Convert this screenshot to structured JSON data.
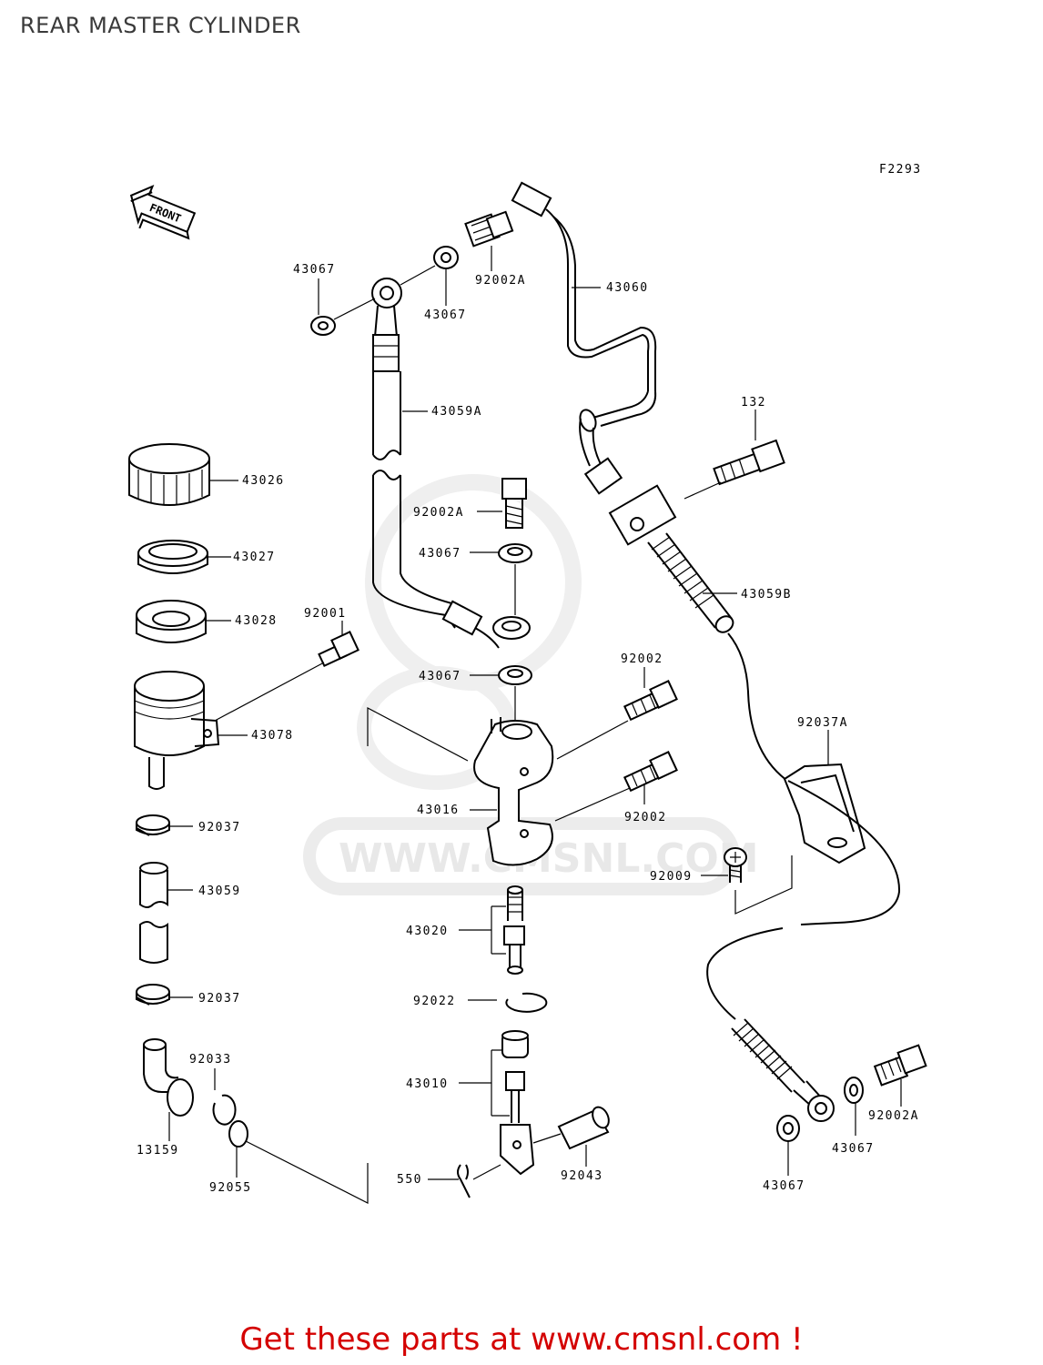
{
  "page": {
    "title": "REAR MASTER CYLINDER",
    "figure_code": "F2293",
    "front_arrow_label": "FRONT",
    "watermark_text": "WWW.CMSNL.COM",
    "footer_text": "Get these parts at www.cmsnl.com !",
    "footer_color": "#d40000"
  },
  "callouts": {
    "c43067_a": "43067",
    "c43067_b": "43067",
    "c92002A_a": "92002A",
    "c43060": "43060",
    "c43059A": "43059A",
    "c132": "132",
    "c43026": "43026",
    "c92002A_b": "92002A",
    "c43067_c": "43067",
    "c43027": "43027",
    "c43059B": "43059B",
    "c43028": "43028",
    "c92001": "92001",
    "c92002_a": "92002",
    "c43067_d": "43067",
    "c43078": "43078",
    "c92037A": "92037A",
    "c43016": "43016",
    "c92002_b": "92002",
    "c92037_a": "92037",
    "c92009": "92009",
    "c43059": "43059",
    "c43020": "43020",
    "c92037_b": "92037",
    "c92022": "92022",
    "c92033": "92033",
    "c43010": "43010",
    "c92002A_c": "92002A",
    "c13159": "13159",
    "c92043": "92043",
    "c43067_e": "43067",
    "c550": "550",
    "c92055": "92055",
    "c43067_f": "43067"
  }
}
